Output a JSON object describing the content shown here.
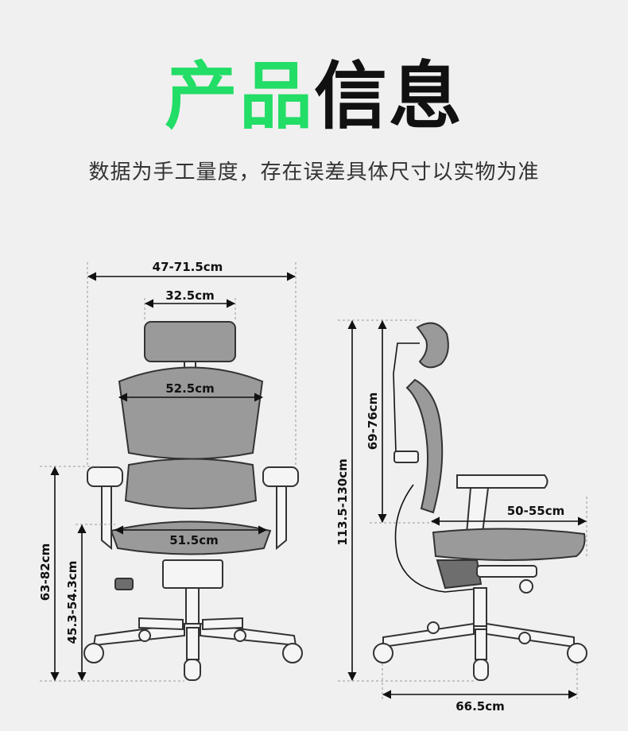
{
  "header": {
    "title_green": "产品",
    "title_black": "信息",
    "subtitle": "数据为手工量度，存在误差具体尺寸以实物为准"
  },
  "colors": {
    "accent": "#22dd66",
    "text": "#111111",
    "background": "#f0f0f0"
  },
  "front_view": {
    "overall_width": "47-71.5cm",
    "headrest_width": "32.5cm",
    "backrest_width": "52.5cm",
    "seat_width": "51.5cm",
    "armrest_height": "63-82cm",
    "seat_height": "45.3-54.3cm"
  },
  "side_view": {
    "overall_height": "113.5-130cm",
    "backrest_height": "69-76cm",
    "seat_depth": "50-55cm",
    "base_depth": "66.5cm"
  }
}
